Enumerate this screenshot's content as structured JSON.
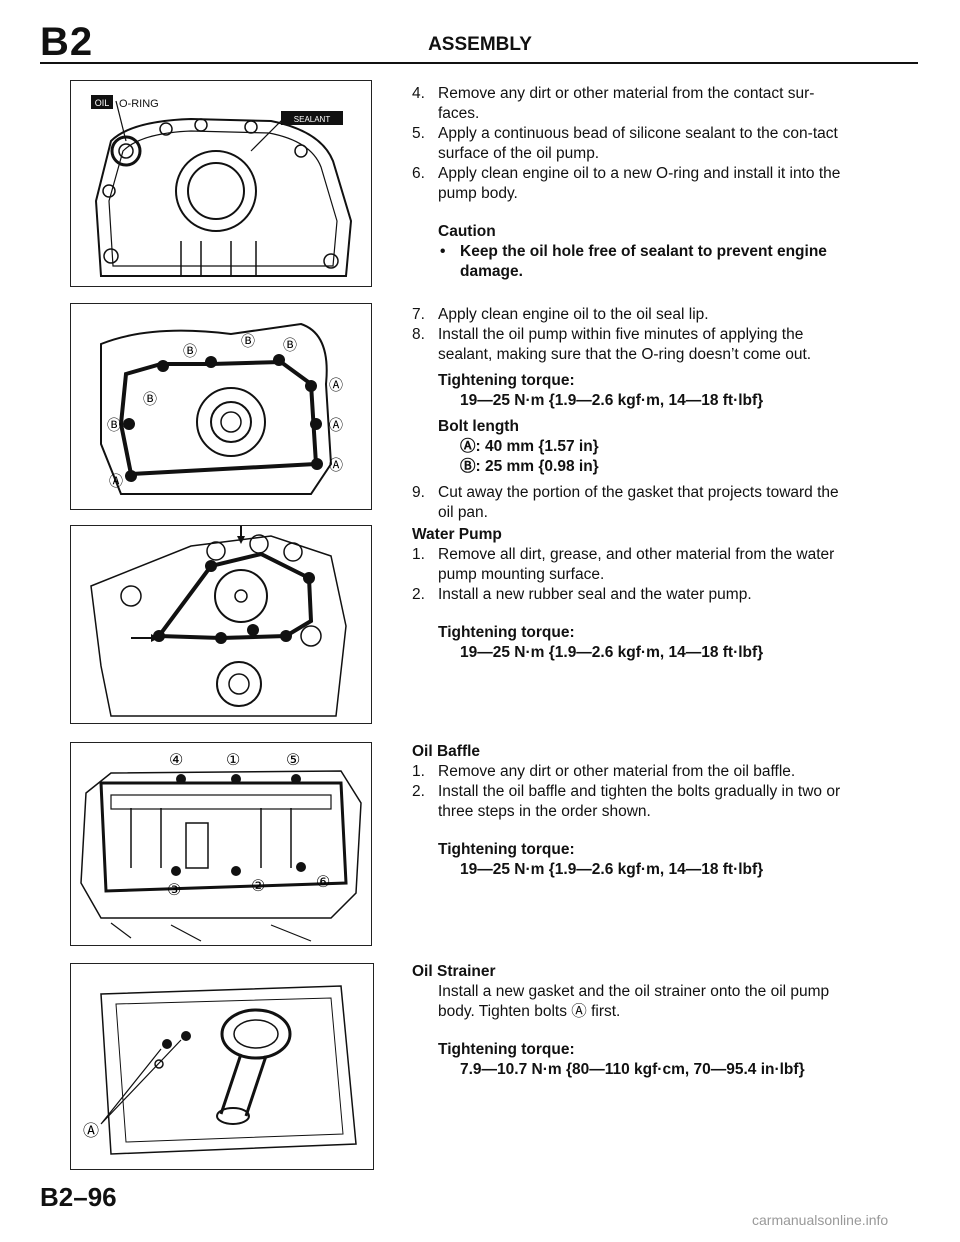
{
  "header": {
    "code": "B2",
    "title": "ASSEMBLY"
  },
  "figures": {
    "oring": {
      "badge_oil": "OIL",
      "label_oring": "O-RING",
      "badge_sealant": "SEALANT"
    },
    "oilpump": {
      "mark_a": "Ⓐ",
      "mark_b": "Ⓑ"
    },
    "waterpump": {},
    "baffle": {
      "n1": "①",
      "n2": "②",
      "n3": "③",
      "n4": "④",
      "n5": "⑤",
      "n6": "⑥"
    },
    "strainer": {
      "mark_a": "Ⓐ"
    }
  },
  "sections": {
    "oilpump_a": {
      "steps": [
        {
          "n": "4.",
          "text": "Remove any dirt or other material from the contact sur-faces."
        },
        {
          "n": "5.",
          "text": "Apply a continuous bead of silicone sealant to the con-tact surface of the oil pump."
        },
        {
          "n": "6.",
          "text": "Apply clean engine oil to a new O-ring and install it into the pump body."
        }
      ],
      "caution_title": "Caution",
      "caution_text": "Keep the oil hole free of sealant to prevent engine damage."
    },
    "oilpump_b": {
      "steps": [
        {
          "n": "7.",
          "text": "Apply clean engine oil to the oil seal lip."
        },
        {
          "n": "8.",
          "text": "Install the oil pump within five minutes of applying the sealant, making sure that the O-ring doesn’t come out."
        }
      ],
      "torque_label": "Tightening torque:",
      "torque_value": "19—25 N·m {1.9—2.6 kgf·m, 14—18 ft·lbf}",
      "bolt_label": "Bolt length",
      "bolt_a": "Ⓐ: 40 mm {1.57 in}",
      "bolt_b": "Ⓑ: 25 mm {0.98 in}",
      "step9_n": "9.",
      "step9": "Cut away the portion of the gasket that projects toward the oil pan."
    },
    "waterpump": {
      "title": "Water Pump",
      "steps": [
        {
          "n": "1.",
          "text": "Remove all dirt, grease, and other material from the water pump mounting surface."
        },
        {
          "n": "2.",
          "text": "Install a new rubber seal and the water pump."
        }
      ],
      "torque_label": "Tightening torque:",
      "torque_value": "19—25 N·m {1.9—2.6 kgf·m, 14—18 ft·lbf}"
    },
    "baffle": {
      "title": "Oil Baffle",
      "steps": [
        {
          "n": "1.",
          "text": "Remove any dirt or other material from the oil baffle."
        },
        {
          "n": "2.",
          "text": "Install the oil baffle and tighten the bolts gradually in two or three steps in the order shown."
        }
      ],
      "torque_label": "Tightening torque:",
      "torque_value": "19—25 N·m {1.9—2.6 kgf·m, 14—18 ft·lbf}"
    },
    "strainer": {
      "title": "Oil Strainer",
      "text": "Install a new gasket and the oil strainer onto the oil pump body. Tighten bolts Ⓐ first.",
      "torque_label": "Tightening torque:",
      "torque_value": "7.9—10.7 N·m {80—110 kgf·cm, 70—95.4 in·lbf}"
    }
  },
  "footer": {
    "page": "B2–96"
  },
  "watermark": "carmanualsonline.info"
}
